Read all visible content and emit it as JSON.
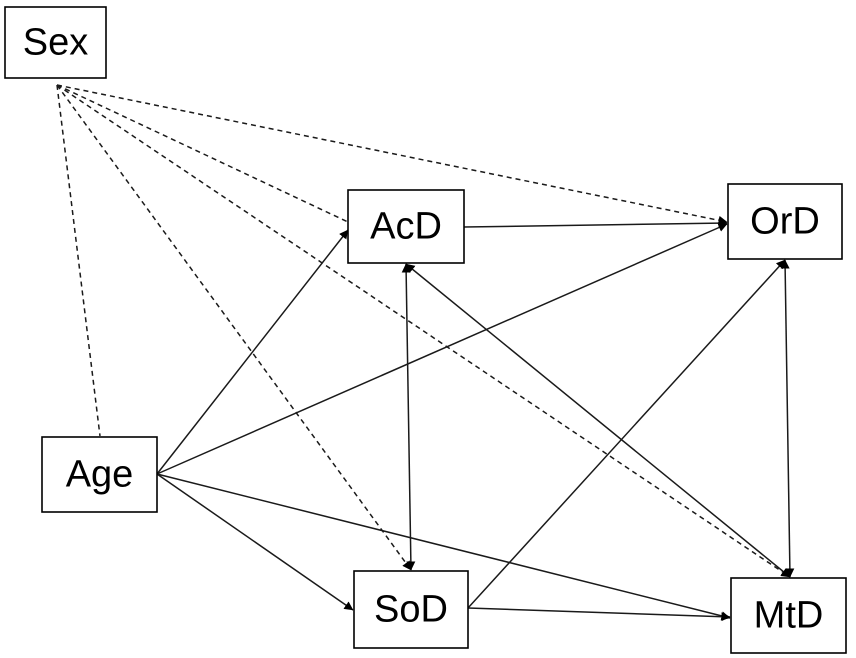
{
  "nodes": [
    {
      "id": "sex",
      "label": "Sex"
    },
    {
      "id": "acd",
      "label": "AcD"
    },
    {
      "id": "ord",
      "label": "OrD"
    },
    {
      "id": "age",
      "label": "Age"
    },
    {
      "id": "sod",
      "label": "SoD"
    },
    {
      "id": "mtd",
      "label": "MtD"
    }
  ],
  "edges": [
    {
      "from": "sex",
      "to": "age",
      "style": "dashed",
      "direction": "none"
    },
    {
      "from": "sex",
      "to": "acd",
      "style": "dashed",
      "direction": "none"
    },
    {
      "from": "sex",
      "to": "ord",
      "style": "dashed",
      "direction": "forward"
    },
    {
      "from": "sex",
      "to": "sod",
      "style": "dashed",
      "direction": "forward"
    },
    {
      "from": "sex",
      "to": "mtd",
      "style": "dashed",
      "direction": "forward"
    },
    {
      "from": "acd",
      "to": "ord",
      "style": "solid",
      "direction": "forward"
    },
    {
      "from": "acd",
      "to": "sod",
      "style": "solid",
      "direction": "both"
    },
    {
      "from": "acd",
      "to": "mtd",
      "style": "solid",
      "direction": "both"
    },
    {
      "from": "ord",
      "to": "mtd",
      "style": "solid",
      "direction": "both"
    },
    {
      "from": "age",
      "to": "acd",
      "style": "solid",
      "direction": "forward"
    },
    {
      "from": "age",
      "to": "ord",
      "style": "solid",
      "direction": "forward"
    },
    {
      "from": "age",
      "to": "sod",
      "style": "solid",
      "direction": "forward"
    },
    {
      "from": "age",
      "to": "mtd",
      "style": "solid",
      "direction": "forward"
    },
    {
      "from": "sod",
      "to": "ord",
      "style": "solid",
      "direction": "forward"
    },
    {
      "from": "sod",
      "to": "mtd",
      "style": "solid",
      "direction": "forward"
    }
  ]
}
